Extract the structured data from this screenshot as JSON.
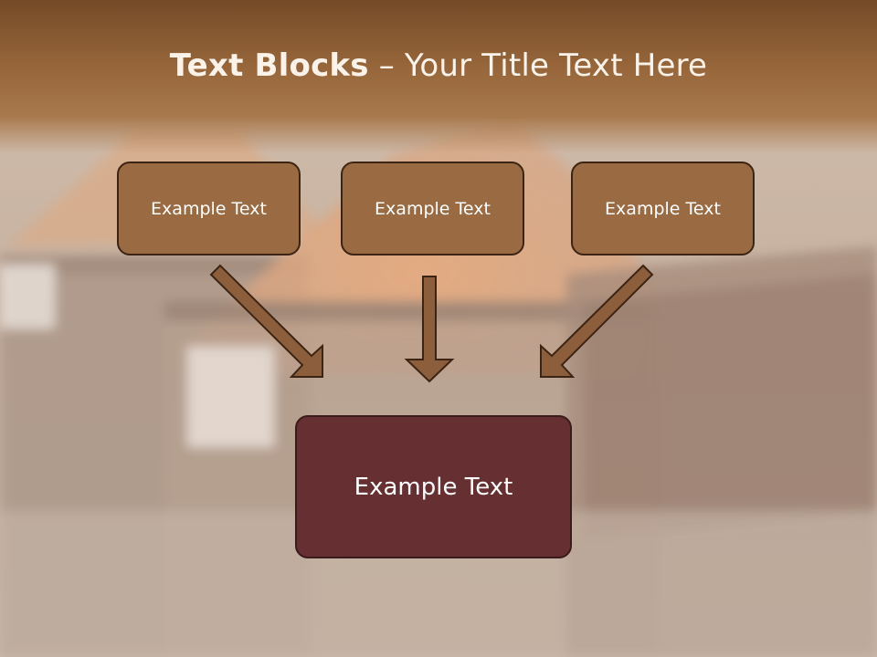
{
  "title": {
    "bold": "Text Blocks",
    "dash": " – ",
    "rest": "Your Title Text Here"
  },
  "blocks": {
    "left": "Example Text",
    "center": "Example Text",
    "right": "Example Text",
    "main": "Example Text"
  },
  "colors": {
    "header": "#8a5a2e",
    "block_fill": "#9a6a42",
    "main_fill": "#662f31",
    "arrow_fill": "#8d5e3b",
    "outline": "#3b2414"
  }
}
